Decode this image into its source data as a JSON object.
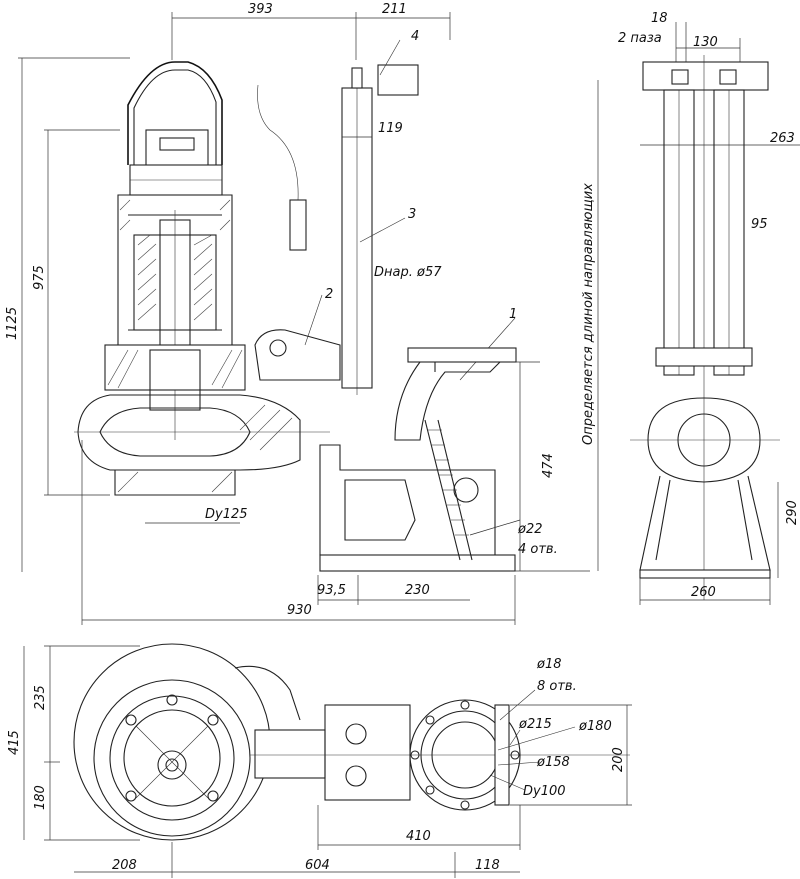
{
  "drawing": {
    "elevation": {
      "dim_393": "393",
      "dim_211": "211",
      "dim_1125": "1125",
      "dim_975": "975",
      "dim_119": "119",
      "dim_474": "474",
      "dim_935": "93,5",
      "dim_230": "230",
      "dim_930": "930",
      "dim_22": "ø22",
      "holes_4": "4 отв.",
      "pipe_dia": "Dнар. ø57",
      "outlet_dn": "Dy125",
      "callout_1": "1",
      "callout_2": "2",
      "callout_3": "3",
      "callout_4": "4"
    },
    "side": {
      "dim_18": "18",
      "slots": "2 паза",
      "dim_130": "130",
      "dim_263": "263",
      "dim_95": "95",
      "dim_290": "290",
      "dim_260": "260",
      "vertical_note": "Определяется длиной направляющих"
    },
    "plan": {
      "dim_235": "235",
      "dim_415": "415",
      "dim_180_left": "180",
      "dim_208": "208",
      "dim_604": "604",
      "dim_410": "410",
      "dim_118": "118",
      "dim_200": "200",
      "flange_dia_18": "ø18",
      "flange_holes": "8 отв.",
      "dia_215": "ø215",
      "dia_180": "ø180",
      "dia_158": "ø158",
      "dn100": "Dy100"
    }
  }
}
